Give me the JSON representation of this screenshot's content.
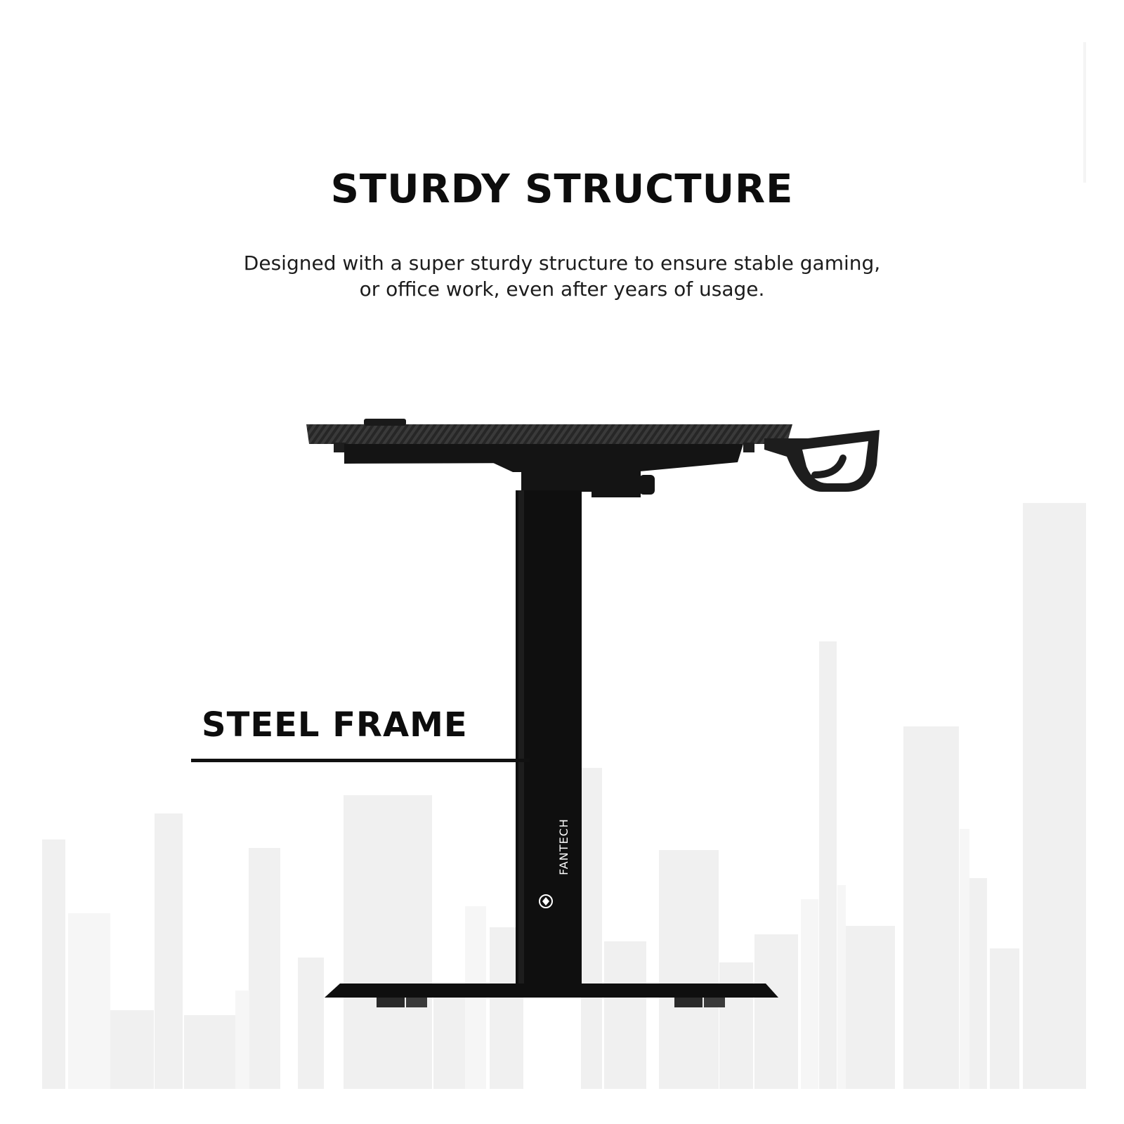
{
  "heading": "STURDY STRUCTURE",
  "subtitle_lines": [
    "Designed with a super sturdy structure to ensure stable gaming,",
    "or office work, even after years of usage."
  ],
  "callout": {
    "label": "STEEL FRAME"
  },
  "brand": {
    "name": "FANTECH"
  },
  "colors": {
    "background": "#ffffff",
    "text": "#0d0d0d",
    "frame": "#111111",
    "skyline": "#eeeeee"
  }
}
